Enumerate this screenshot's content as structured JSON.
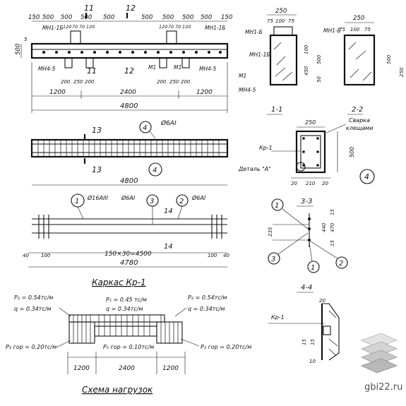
{
  "elev": {
    "dims_top": [
      "150",
      "500",
      "500",
      "500",
      "500",
      "500",
      "500",
      "500",
      "500",
      "150"
    ],
    "cut_11": "11",
    "cut_12": "12",
    "mini_dims_left": [
      "120",
      "70",
      "70",
      "120"
    ],
    "mini_dims_right": [
      "120",
      "70",
      "70",
      "120"
    ],
    "mn1b_left": "МН1-1Б",
    "mn1b_right": "МН1-1Б",
    "height": "500",
    "h5": "5",
    "mn45_left": "МН4-5",
    "mn45_right": "МН4-5",
    "m1_a": "М1",
    "m1_b": "М1",
    "cut_11_bot": "11",
    "cut_12_bot": "12",
    "bot_dims_left": [
      "200",
      "250",
      "200"
    ],
    "bot_dims_right": [
      "200",
      "250",
      "200"
    ],
    "seg": [
      "1200",
      "2400",
      "1200"
    ],
    "total": "4800"
  },
  "sec_a": {
    "dims": [
      "75",
      "100",
      "75"
    ],
    "width": "250",
    "labels": [
      "МН1-Б",
      "МН1-1Б",
      "М1",
      "МН4-5"
    ],
    "v_dims": [
      "100",
      "450",
      "500",
      "50"
    ]
  },
  "sec_b": {
    "width": "250",
    "dims": [
      "75",
      "100",
      "75"
    ],
    "label": "МН1-Б",
    "v_dims": [
      "500",
      "250"
    ]
  },
  "mesh": {
    "cut": "13",
    "cut_bot": "13",
    "callout": "4",
    "rebar": "Ø6АI",
    "callout_bot": "4",
    "length": "4800"
  },
  "s11": {
    "title": "1-1",
    "title2": "2-2",
    "weld": [
      "Сварка",
      "клещами"
    ],
    "kp": "Кр-1",
    "detail": "Деталь \"А\"",
    "width": "250",
    "height": "500",
    "bot_dims": [
      "20",
      "210",
      "20"
    ],
    "callout": "4"
  },
  "cage": {
    "c1": "1",
    "c1_label": "Ø16AIII",
    "c3": "3",
    "c3_label": "Ø6AI",
    "c2": "2",
    "c2_label": "Ø6AI",
    "cut": "14",
    "cut_bot": "14",
    "dims": [
      "40",
      "100",
      "150×30=4500",
      "100",
      "40"
    ],
    "total": "4780",
    "title": "Каркас Кр-1"
  },
  "s33": {
    "title": "3-3",
    "callouts": [
      "1",
      "3",
      "1",
      "2"
    ],
    "v_dims": [
      "15",
      "440",
      "470",
      "15",
      "235"
    ]
  },
  "s44": {
    "title": "4-4",
    "kp": "Кр-1",
    "dims": [
      "20",
      "15",
      "15",
      "10"
    ]
  },
  "loads": {
    "p2_left": "P₂ = 0.54тс/м",
    "q_left": "q = 0.34тс/м",
    "p1": "P₁ = 0.45 тс/м",
    "q_mid": "q = 0.34тс/м",
    "p2_right": "P₂ = 0.54тс/м",
    "q_right": "q = 0.34тс/м",
    "p2h_left": "P₂ гор = 0.20тс/м",
    "p1h": "P₁ гор = 0.10тс/м",
    "p2h_right": "P₂ гор = 0.20тс/м",
    "spans": [
      "1200",
      "2400",
      "1200"
    ],
    "title": "Схема нагрузок"
  },
  "watermark": "gbi22.ru"
}
